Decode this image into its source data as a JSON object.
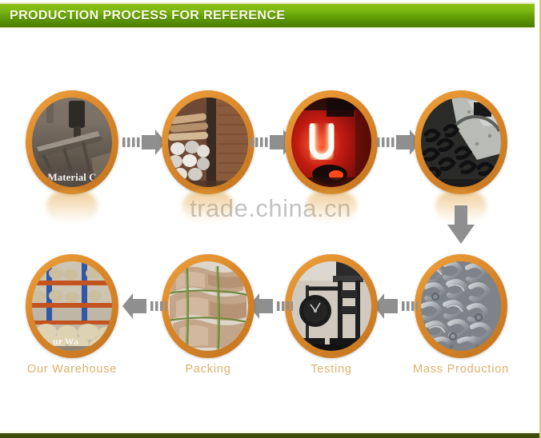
{
  "banner": {
    "title": "PRODUCTION PROCESS FOR REFERENCE",
    "color_start": "#8cc216",
    "color_end": "#4a7d04",
    "text_color": "#fdfce8"
  },
  "watermark": {
    "text": "trade.china.cn",
    "color": "#b9b9b9"
  },
  "theme": {
    "ring_color": "#d8862a",
    "label_color": "#deb06a",
    "arrow_color": "#8c8c8c",
    "page_background": "#ffffff",
    "bottom_rule_color": "#3f4f0b"
  },
  "flow": {
    "top_row": [
      {
        "id": "material-cutting",
        "overlay_text": "Material C",
        "scene": "material-conveyor",
        "caption": ""
      },
      {
        "id": "steel-bars",
        "overlay_text": "",
        "scene": "steel-bars-furnace",
        "caption": ""
      },
      {
        "id": "heating-forging",
        "overlay_text": "",
        "scene": "red-hot-forging",
        "caption": ""
      },
      {
        "id": "forged-parts",
        "overlay_text": "",
        "scene": "black-forged-hooks",
        "caption": ""
      }
    ],
    "bottom_row": [
      {
        "id": "our-warehouse",
        "overlay_text": "ur Wa",
        "scene": "warehouse-shelves",
        "caption": "Our Warehouse"
      },
      {
        "id": "packing",
        "overlay_text": "",
        "scene": "packing-bundles",
        "caption": "Packing"
      },
      {
        "id": "testing",
        "overlay_text": "",
        "scene": "testing-machine",
        "caption": "Testing"
      },
      {
        "id": "mass-production",
        "overlay_text": "",
        "scene": "galvanized-hooks",
        "caption": "Mass Production"
      }
    ],
    "arrows": {
      "top_directions": [
        "right",
        "right",
        "right"
      ],
      "turn_direction": "down",
      "bottom_directions": [
        "left",
        "left",
        "left"
      ]
    }
  }
}
